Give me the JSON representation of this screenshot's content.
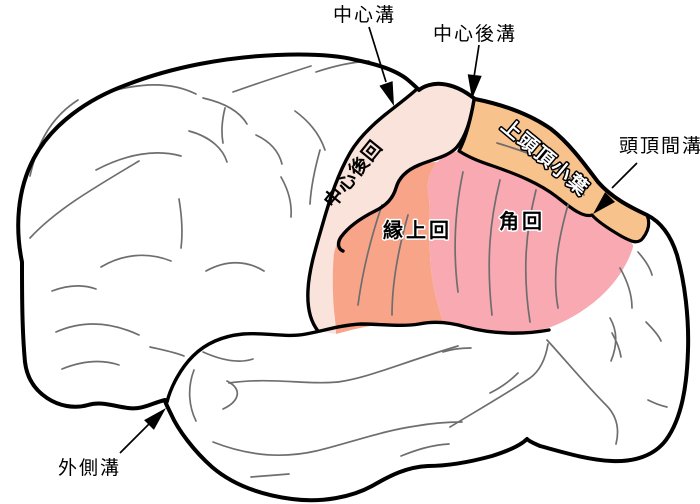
{
  "diagram": {
    "type": "brain-lateral-view-anatomy",
    "sulcus_labels": {
      "central_sulcus": "中心溝",
      "postcentral_sulcus": "中心後溝",
      "intraparietal_sulcus": "頭頂間溝",
      "lateral_sulcus": "外側溝"
    },
    "region_labels": {
      "postcentral_gyrus": "中心後回",
      "superior_parietal_lobule": "上頭頂小葉",
      "supramarginal_gyrus": "縁上回",
      "angular_gyrus": "角回"
    },
    "colors": {
      "postcentral_gyrus_fill": "#FAE3DA",
      "supramarginal_gyrus_fill": "#F8A489",
      "angular_gyrus_fill": "#F9A9B2",
      "superior_parietal_lobule_fill": "#F7C28B",
      "outline": "#000000",
      "sulci_thin": "#6E6E6E",
      "background": "#FFFFFF"
    }
  }
}
